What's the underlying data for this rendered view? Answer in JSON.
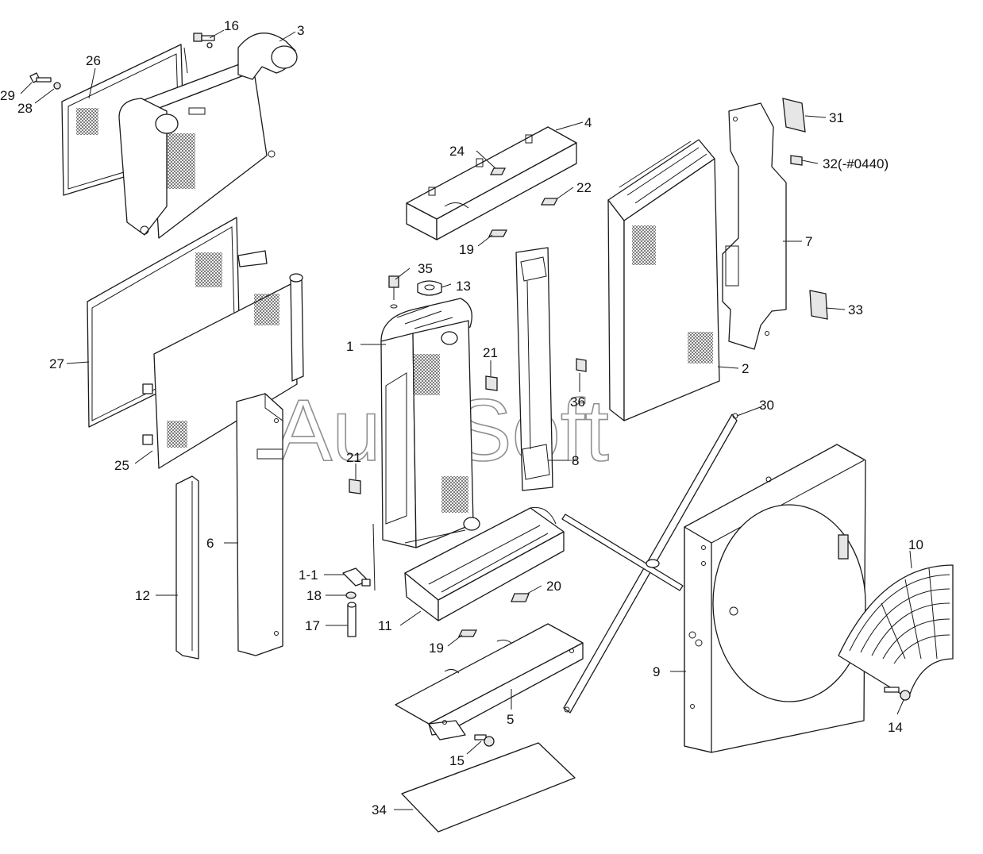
{
  "watermark": "AutoSoft",
  "callouts": {
    "c1": "1",
    "c1_1": "1-1",
    "c2": "2",
    "c3": "3",
    "c4": "4",
    "c5": "5",
    "c6": "6",
    "c7": "7",
    "c8": "8",
    "c9": "9",
    "c10": "10",
    "c11": "11",
    "c12": "12",
    "c13": "13",
    "c14": "14",
    "c15": "15",
    "c16": "16",
    "c17": "17",
    "c18": "18",
    "c19a": "19",
    "c19b": "19",
    "c20": "20",
    "c21a": "21",
    "c21b": "21",
    "c22": "22",
    "c24": "24",
    "c25": "25",
    "c26": "26",
    "c27": "27",
    "c28": "28",
    "c29": "29",
    "c30": "30",
    "c31": "31",
    "c32": "32(-#0440)",
    "c33": "33",
    "c34": "34",
    "c35": "35",
    "c36": "36"
  }
}
